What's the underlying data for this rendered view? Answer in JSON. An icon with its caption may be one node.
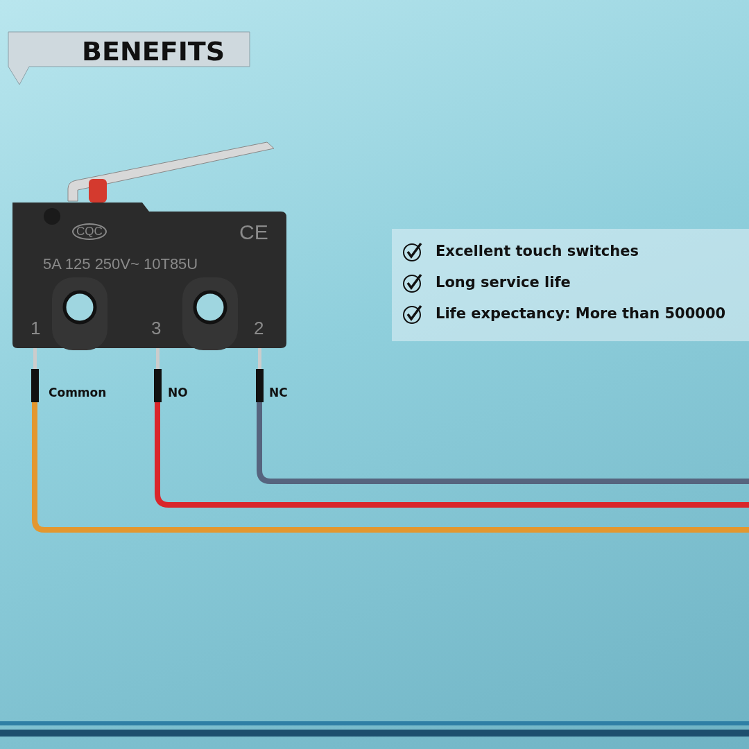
{
  "diagram": {
    "title": "BENEFITS",
    "labels": [
      "CQC",
      "CE",
      "5A 125 250V~ 10T85U",
      "Excellent touch switches",
      "Long service life",
      "Life expectancy: More than 500000",
      "1",
      "3",
      "2",
      "Common",
      "NO",
      "NC"
    ]
  }
}
